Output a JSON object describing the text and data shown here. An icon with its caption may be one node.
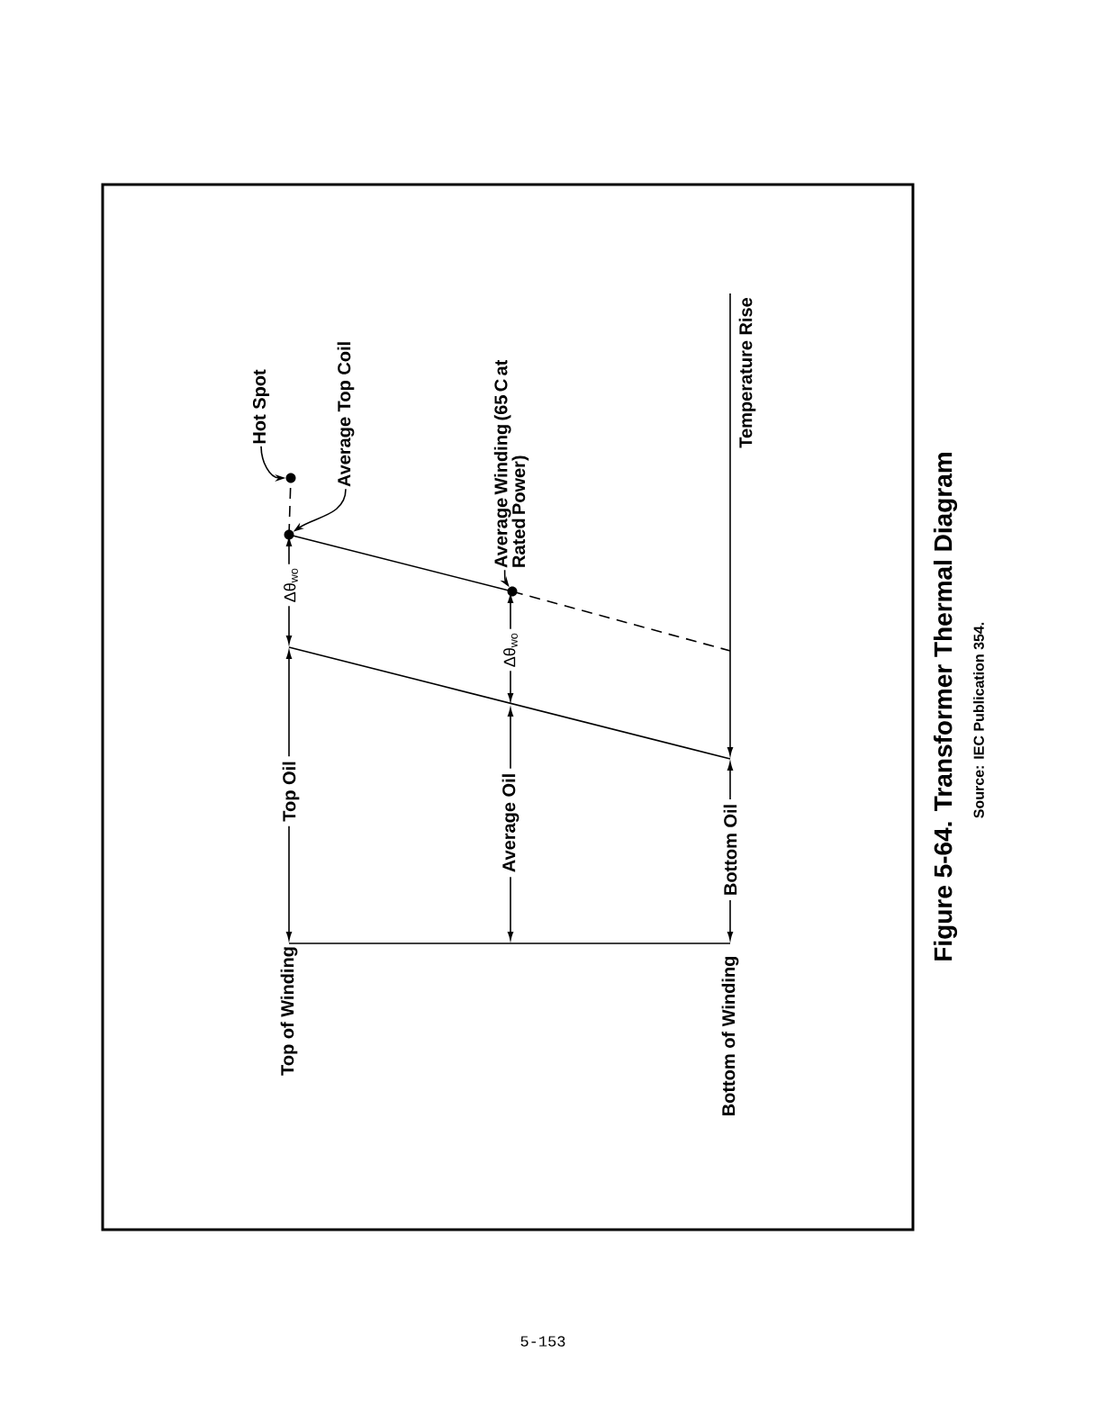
{
  "diagram": {
    "title": "Figure 5-64. Transformer Thermal Diagram",
    "caption": "Source: IEC Publication 354.",
    "nodes": [
      {
        "text": [
          "Hot Spot"
        ]
      },
      {
        "text": [],
        "shape": "circle"
      },
      {
        "text": [
          "Average Top Coil"
        ]
      },
      {
        "text": [],
        "shape": "circle"
      },
      {
        "text": [
          "Average Winding (65 C at Rated Power)"
        ]
      },
      {
        "text": [],
        "shape": "circle"
      }
    ],
    "edges": [
      {
        "from": 0,
        "to": 1,
        "arrow": "to"
      },
      {
        "from": 2,
        "to": 3,
        "arrow": "to"
      },
      {
        "from": 4,
        "to": 5,
        "arrow": "to"
      }
    ],
    "labels": [
      "Δθ$_{wo}$",
      "Δθ$_{wo}$",
      "Top Oil",
      "Average Oil",
      "Bottom Oil",
      "Top of Winding",
      "Bottom of Winding",
      "Temperature Rise",
      "5-153"
    ]
  }
}
